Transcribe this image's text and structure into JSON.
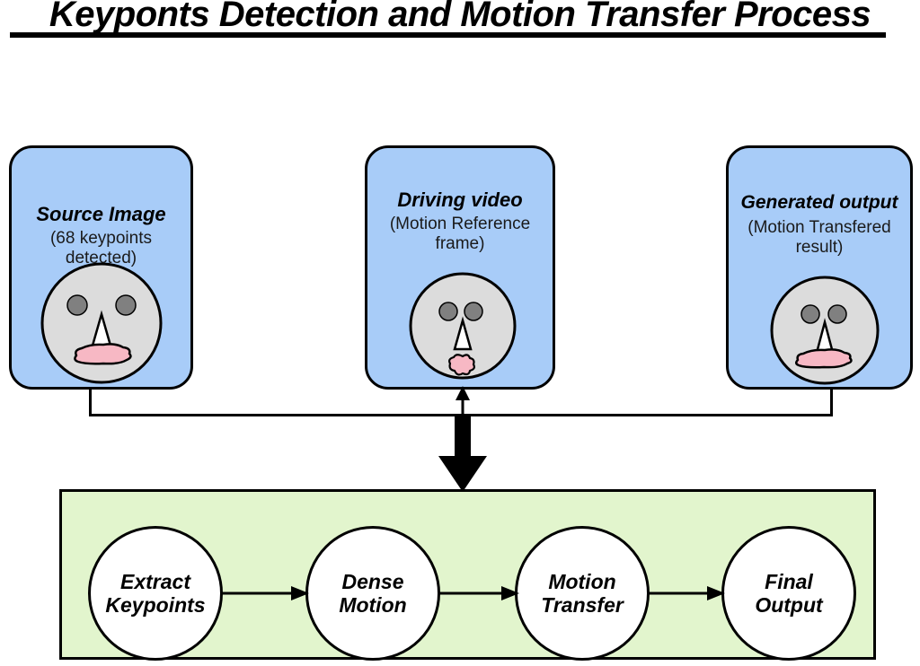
{
  "diagram": {
    "title": "Keyponts Detection and Motion Transfer Process",
    "colors": {
      "input_box_fill": "#a8ccf8",
      "pipeline_panel_fill": "#e2f5cd",
      "node_fill": "#ffffff",
      "face_fill": "#dcdcdc",
      "eye_fill": "#808080",
      "mouth_fill": "#f7b8c4",
      "nose_fill": "#ffffff",
      "stroke": "#000000",
      "background": "#ffffff"
    },
    "top_boxes": [
      {
        "id": "source-image",
        "heading": "Source Image",
        "subtitle": "(68 keypoints detected)",
        "face": {
          "mouth_style": "wide-blob",
          "eye_spacing": "wide"
        }
      },
      {
        "id": "driving-video",
        "heading": "Driving video",
        "subtitle": "(Motion Reference frame)",
        "face": {
          "mouth_style": "small-round",
          "eye_spacing": "narrow"
        }
      },
      {
        "id": "generated-output",
        "heading": "Generated output",
        "subtitle": "(Motion Transfered result)",
        "face": {
          "mouth_style": "wide-blob",
          "eye_spacing": "narrow"
        }
      }
    ],
    "connectors": {
      "bracket_label": "inputs-bracket",
      "up_arrow_label": "driving-video-feedback-arrow",
      "down_arrow_label": "pipeline-input-arrow"
    },
    "pipeline": {
      "nodes": [
        {
          "id": "extract-keypoints",
          "label": "Extract\nKeypoints"
        },
        {
          "id": "dense-motion",
          "label": "Dense\nMotion"
        },
        {
          "id": "motion-transfer",
          "label": "Motion\nTransfer"
        },
        {
          "id": "final-output",
          "label": "Final\nOutput"
        }
      ],
      "arrows": [
        {
          "from": "extract-keypoints",
          "to": "dense-motion"
        },
        {
          "from": "dense-motion",
          "to": "motion-transfer"
        },
        {
          "from": "motion-transfer",
          "to": "final-output"
        }
      ]
    }
  }
}
